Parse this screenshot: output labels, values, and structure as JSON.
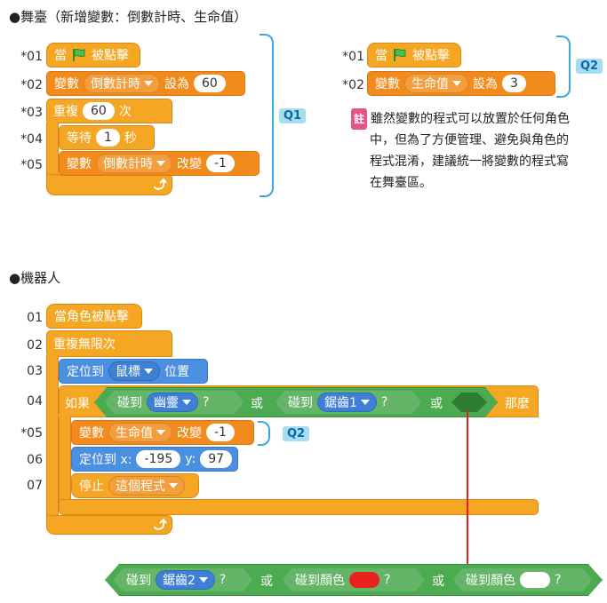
{
  "stage": {
    "heading": "舞臺（新增變數：倒數計時、生命值）"
  },
  "script1": {
    "lines": [
      "*01",
      "*02",
      "*03",
      "*04",
      "*05"
    ],
    "when": "當",
    "clicked": "被點擊",
    "var1": {
      "label": "變數",
      "name": "倒數計時",
      "set": "設為",
      "value": "60"
    },
    "repeat": {
      "label": "重複",
      "value": "60",
      "suffix": "次"
    },
    "wait": {
      "label": "等待",
      "value": "1",
      "suffix": "秒"
    },
    "var2": {
      "label": "變數",
      "name": "倒數計時",
      "change": "改變",
      "value": "-1"
    },
    "q": "Q1"
  },
  "script2": {
    "lines": [
      "*01",
      "*02"
    ],
    "when": "當",
    "clicked": "被點擊",
    "var": {
      "label": "變數",
      "name": "生命值",
      "set": "設為",
      "value": "3"
    },
    "q": "Q2"
  },
  "note": {
    "tag": "註",
    "text": [
      "雖然變數的程式可以放置於任何角色",
      "中，但為了方便管理、避免與角色的",
      "程式混淆，建議統一將變數的程式寫",
      "在舞臺區。"
    ]
  },
  "robot": {
    "heading": "機器人",
    "lines": [
      "01",
      "02",
      "03",
      "04",
      "*05",
      "06",
      "07"
    ],
    "event": "當角色被點擊",
    "forever": "重複無限次",
    "goto": {
      "label": "定位到",
      "target": "鼠標",
      "suffix": "位置"
    },
    "if": {
      "label": "如果",
      "touch1": "碰到",
      "sprite1": "幽靈",
      "q1": "?",
      "or1": "或",
      "touch2": "碰到",
      "sprite2": "鋸齒1",
      "q2": "?",
      "or2": "或",
      "then": "那麼"
    },
    "var": {
      "label": "變數",
      "name": "生命值",
      "change": "改變",
      "value": "-1"
    },
    "gotoxy": {
      "label": "定位到 x:",
      "x": "-195",
      "ylabel": "y:",
      "y": "97"
    },
    "stop": {
      "label": "停止",
      "option": "這個程式"
    },
    "q": "Q2"
  },
  "expand": {
    "touch1": "碰到",
    "sprite": "鋸齒2",
    "q1": "?",
    "or1": "或",
    "touch2": "碰到顏色",
    "q2": "?",
    "or2": "或",
    "touch3": "碰到顏色",
    "q3": "?",
    "colors": {
      "red": "#e8221c",
      "white": "#ffffff"
    }
  }
}
